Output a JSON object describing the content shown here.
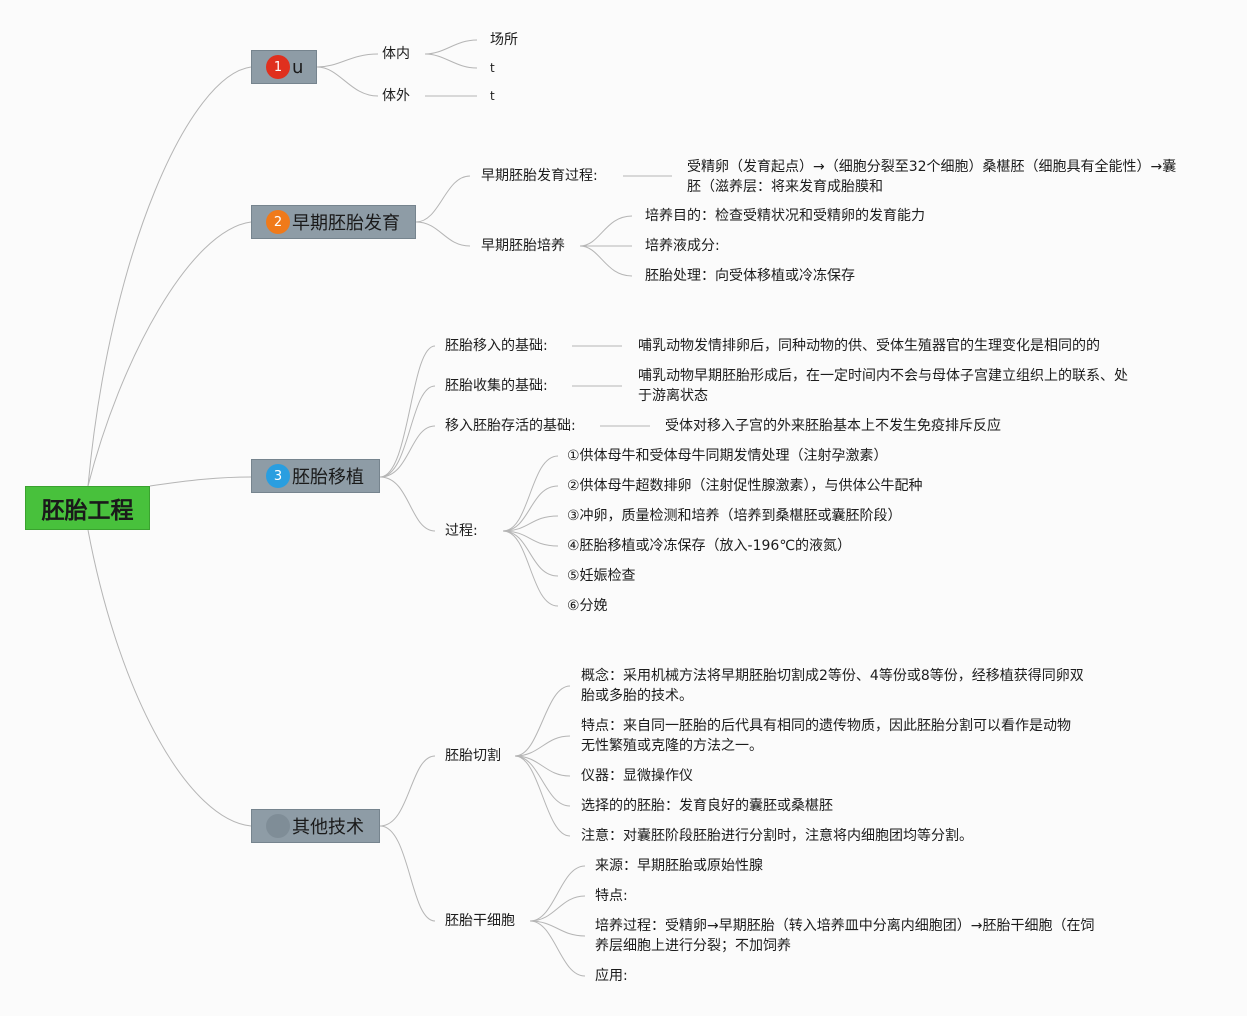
{
  "root": {
    "label": "胚胎工程",
    "color": "#48c13c"
  },
  "topics": [
    {
      "badge": "1",
      "badge_color": "#e0301e",
      "label": "u",
      "children": [
        {
          "label": "体内",
          "children": [
            {
              "label": "场所"
            },
            {
              "label": "t"
            }
          ]
        },
        {
          "label": "体外",
          "children": [
            {
              "label": "t"
            }
          ]
        }
      ]
    },
    {
      "badge": "2",
      "badge_color": "#f07a1a",
      "label": "早期胚胎发育",
      "children": [
        {
          "label": "早期胚胎发育过程:",
          "children": [
            {
              "label": "受精卵（发育起点）→（细胞分裂至32个细胞）桑椹胚（细胞具有全能性）→囊胚（滋养层：将来发育成胎膜和"
            }
          ]
        },
        {
          "label": "早期胚胎培养",
          "children": [
            {
              "label": "培养目的：检查受精状况和受精卵的发育能力"
            },
            {
              "label": "培养液成分:"
            },
            {
              "label": "胚胎处理：向受体移植或冷冻保存"
            }
          ]
        }
      ]
    },
    {
      "badge": "3",
      "badge_color": "#2a9ee0",
      "label": "胚胎移植",
      "children": [
        {
          "label": "胚胎移入的基础:",
          "children": [
            {
              "label": "哺乳动物发情排卵后，同种动物的供、受体生殖器官的生理变化是相同的的"
            }
          ]
        },
        {
          "label": "胚胎收集的基础:",
          "children": [
            {
              "label": "哺乳动物早期胚胎形成后，在一定时间内不会与母体子宫建立组织上的联系、处于游离状态"
            }
          ]
        },
        {
          "label": "移入胚胎存活的基础:",
          "children": [
            {
              "label": "受体对移入子宫的外来胚胎基本上不发生免疫排斥反应"
            }
          ]
        },
        {
          "label": "过程:",
          "children": [
            {
              "label": "①供体母牛和受体母牛同期发情处理（注射孕激素）"
            },
            {
              "label": "②供体母牛超数排卵（注射促性腺激素），与供体公牛配种"
            },
            {
              "label": "③冲卵，质量检测和培养（培养到桑椹胚或囊胚阶段）"
            },
            {
              "label": "④胚胎移植或冷冻保存（放入-196℃的液氮）"
            },
            {
              "label": "⑤妊娠检查"
            },
            {
              "label": "⑥分娩"
            }
          ]
        }
      ]
    },
    {
      "badge": "",
      "badge_color": "#8e9ca6",
      "label": "其他技术",
      "children": [
        {
          "label": "胚胎切割",
          "children": [
            {
              "label": "概念：采用机械方法将早期胚胎切割成2等份、4等份或8等份，经移植获得同卵双胎或多胎的技术。"
            },
            {
              "label": "特点：来自同一胚胎的后代具有相同的遗传物质，因此胚胎分割可以看作是动物无性繁殖或克隆的方法之一。"
            },
            {
              "label": "仪器：显微操作仪"
            },
            {
              "label": "选择的的胚胎：发育良好的囊胚或桑椹胚"
            },
            {
              "label": "注意：对囊胚阶段胚胎进行分割时，注意将内细胞团均等分割。"
            }
          ]
        },
        {
          "label": "胚胎干细胞",
          "children": [
            {
              "label": "来源：早期胚胎或原始性腺"
            },
            {
              "label": "特点:"
            },
            {
              "label": "培养过程：受精卵→早期胚胎（转入培养皿中分离内细胞团）→胚胎干细胞（在饲养层细胞上进行分裂；不加饲养"
            },
            {
              "label": "应用:"
            }
          ]
        }
      ]
    }
  ]
}
